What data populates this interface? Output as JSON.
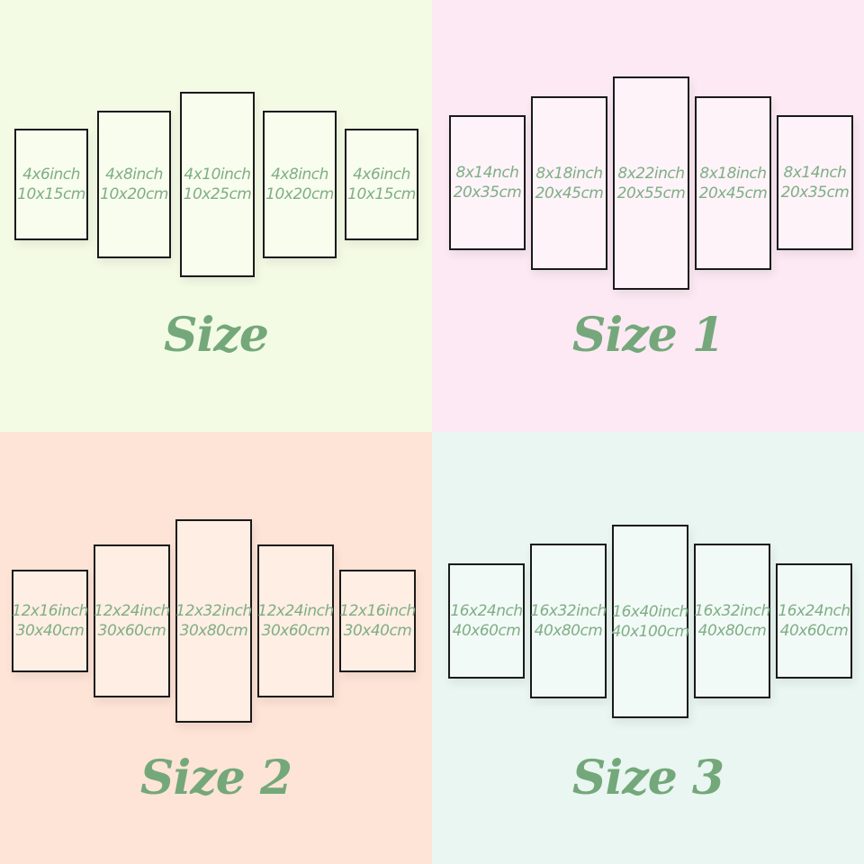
{
  "colors": {
    "panel_text_green": "#7fae85",
    "label_green": "#74a87a",
    "panel_border": "#1a1a1a"
  },
  "quadrants": [
    {
      "label": "Size",
      "bg_color": "#f4fbe5",
      "panel_color": "#f8fdee",
      "panels": [
        {
          "inches": "4x6inch",
          "cm": "10x15cm"
        },
        {
          "inches": "4x8inch",
          "cm": "10x20cm"
        },
        {
          "inches": "4x10inch",
          "cm": "10x25cm"
        },
        {
          "inches": "4x8inch",
          "cm": "10x20cm"
        },
        {
          "inches": "4x6inch",
          "cm": "10x15cm"
        }
      ]
    },
    {
      "label": "Size 1",
      "bg_color": "#fce9f4",
      "panel_color": "#fdf3f9",
      "panels": [
        {
          "inches": "8x14nch",
          "cm": "20x35cm"
        },
        {
          "inches": "8x18inch",
          "cm": "20x45cm"
        },
        {
          "inches": "8x22inch",
          "cm": "20x55cm"
        },
        {
          "inches": "8x18inch",
          "cm": "20x45cm"
        },
        {
          "inches": "8x14nch",
          "cm": "20x35cm"
        }
      ]
    },
    {
      "label": "Size 2",
      "bg_color": "#fee4d6",
      "panel_color": "#feeee3",
      "panels": [
        {
          "inches": "12x16inch",
          "cm": "30x40cm"
        },
        {
          "inches": "12x24inch",
          "cm": "30x60cm"
        },
        {
          "inches": "12x32inch",
          "cm": "30x80cm"
        },
        {
          "inches": "12x24inch",
          "cm": "30x60cm"
        },
        {
          "inches": "12x16inch",
          "cm": "30x40cm"
        }
      ]
    },
    {
      "label": "Size 3",
      "bg_color": "#eaf6f2",
      "panel_color": "#f2faf7",
      "panels": [
        {
          "inches": "16x24nch",
          "cm": "40x60cm"
        },
        {
          "inches": "16x32inch",
          "cm": "40x80cm"
        },
        {
          "inches": "16x40inch",
          "cm": "40x100cm"
        },
        {
          "inches": "16x32inch",
          "cm": "40x80cm"
        },
        {
          "inches": "16x24nch",
          "cm": "40x60cm"
        }
      ]
    }
  ]
}
